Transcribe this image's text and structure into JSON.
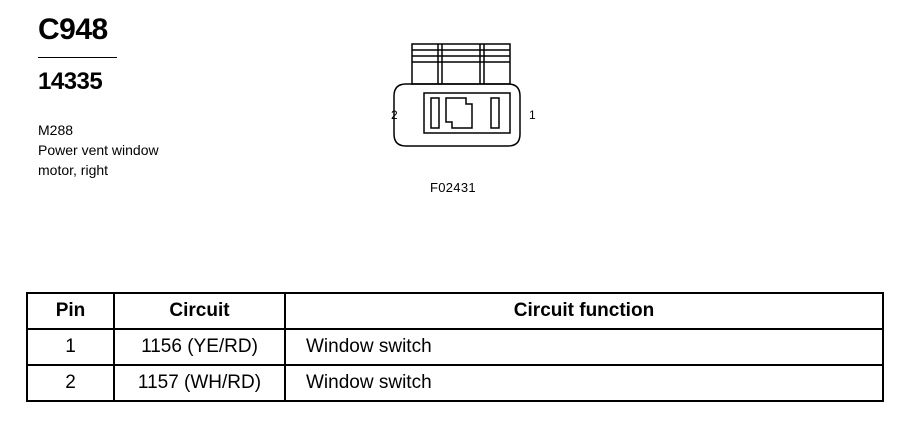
{
  "connector": {
    "id": "C948",
    "part_number": "14335",
    "component_code": "M288",
    "description_lines": [
      "Power vent window",
      "motor, right"
    ],
    "figure_code": "F02431",
    "pin_labels": {
      "left": "2",
      "right": "1"
    },
    "icons": [
      "connector-face-icon"
    ]
  },
  "pin_table": {
    "headers": [
      "Pin",
      "Circuit",
      "Circuit function"
    ],
    "rows": [
      {
        "pin": "1",
        "circuit": "1156 (YE/RD)",
        "function": "Window switch"
      },
      {
        "pin": "2",
        "circuit": "1157 (WH/RD)",
        "function": "Window switch"
      }
    ]
  }
}
